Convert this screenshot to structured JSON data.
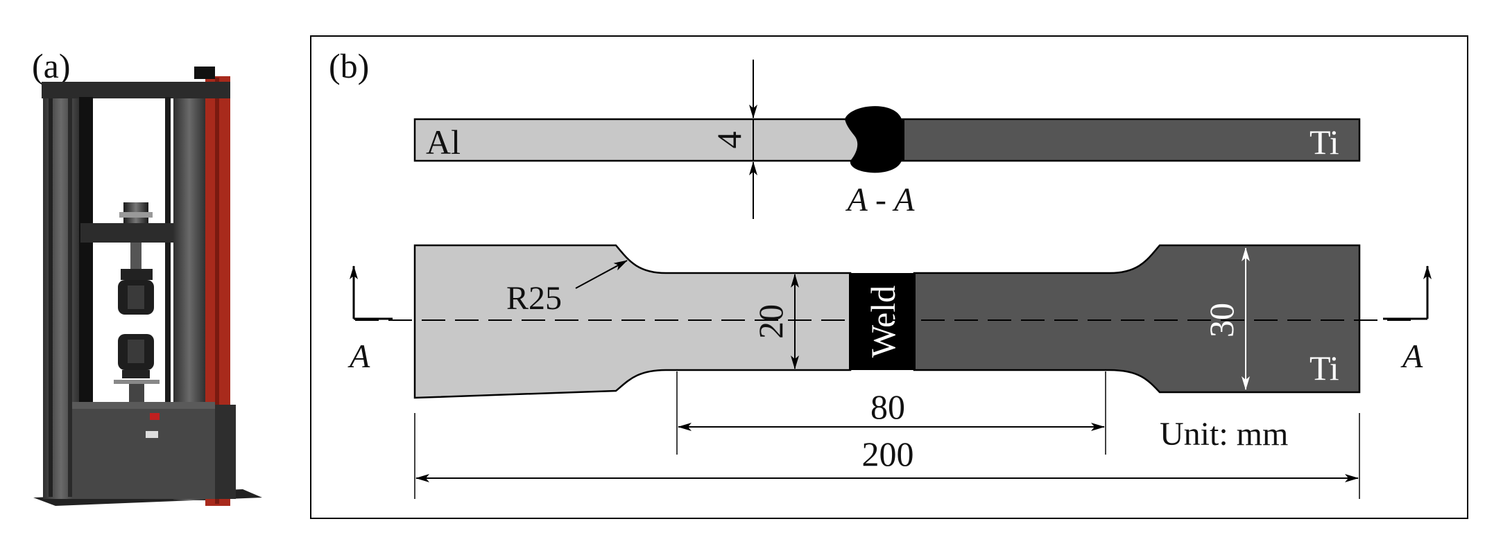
{
  "panels": {
    "a": {
      "label": "(a)"
    },
    "b": {
      "label": "(b)"
    }
  },
  "side_view": {
    "left_material": "Al",
    "right_material": "Ti",
    "thickness": "4",
    "section_label": "A - A"
  },
  "top_view": {
    "radius": "R25",
    "width_gauge": "20",
    "width_grip": "30",
    "weld": "Weld",
    "material_right": "Ti",
    "section_left": "A",
    "section_right": "A",
    "length_gauge": "80",
    "length_total": "200",
    "unit": "Unit: mm"
  },
  "colors": {
    "aluminium": "#c8c8c8",
    "titanium": "#555555",
    "weld": "#000000",
    "machine_body": "#4a4a4a",
    "machine_accent": "#b02a1e"
  }
}
